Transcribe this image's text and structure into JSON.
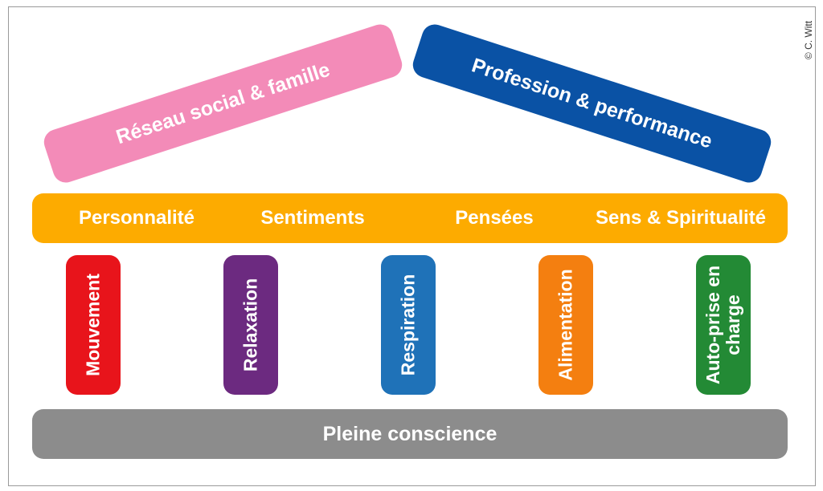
{
  "roof": {
    "left": {
      "label": "Réseau social & famille",
      "color": "#f38bb8"
    },
    "right": {
      "label": "Profession & performance",
      "color": "#0a52a5"
    }
  },
  "beam": {
    "color": "#fdab00",
    "items": [
      "Personnalité",
      "Sentiments",
      "Pensées",
      "Sens & Spiritualité"
    ]
  },
  "pillars": [
    {
      "label": "Mouvement",
      "color": "#e8141b"
    },
    {
      "label": "Relaxation",
      "color": "#6c2a80"
    },
    {
      "label": "Respiration",
      "color": "#1f72b8"
    },
    {
      "label": "Alimentation",
      "color": "#f47f10"
    },
    {
      "label": "Auto-prise en charge",
      "color": "#238a35"
    }
  ],
  "base": {
    "label": "Pleine conscience",
    "color": "#8c8c8c"
  },
  "credit": "© C. Witt"
}
